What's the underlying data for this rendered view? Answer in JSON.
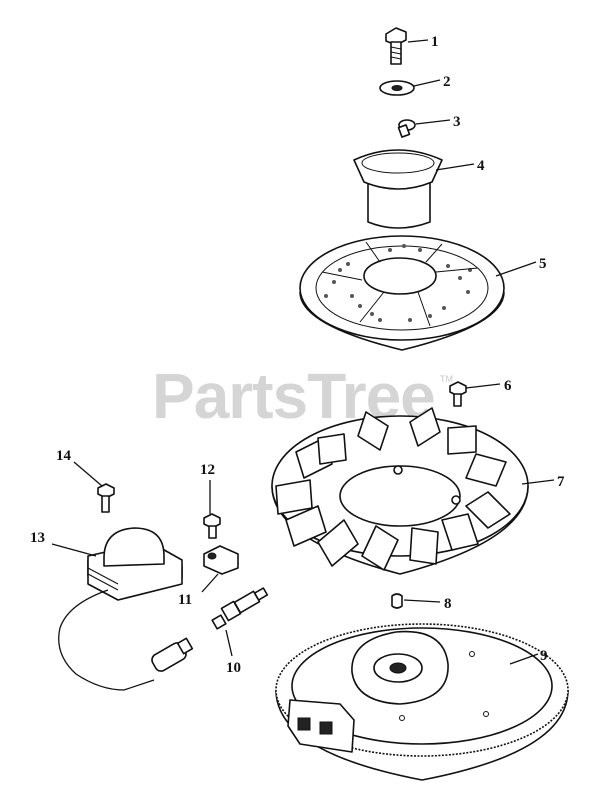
{
  "watermark": {
    "text": "PartsTree",
    "mark": "TM"
  },
  "callouts": [
    {
      "id": "1",
      "label": "1"
    },
    {
      "id": "2",
      "label": "2"
    },
    {
      "id": "3",
      "label": "3"
    },
    {
      "id": "4",
      "label": "4"
    },
    {
      "id": "5",
      "label": "5"
    },
    {
      "id": "6",
      "label": "6"
    },
    {
      "id": "7",
      "label": "7"
    },
    {
      "id": "8",
      "label": "8"
    },
    {
      "id": "9",
      "label": "9"
    },
    {
      "id": "10",
      "label": "10"
    },
    {
      "id": "11",
      "label": "11"
    },
    {
      "id": "12",
      "label": "12"
    },
    {
      "id": "13",
      "label": "13"
    },
    {
      "id": "14",
      "label": "14"
    }
  ]
}
